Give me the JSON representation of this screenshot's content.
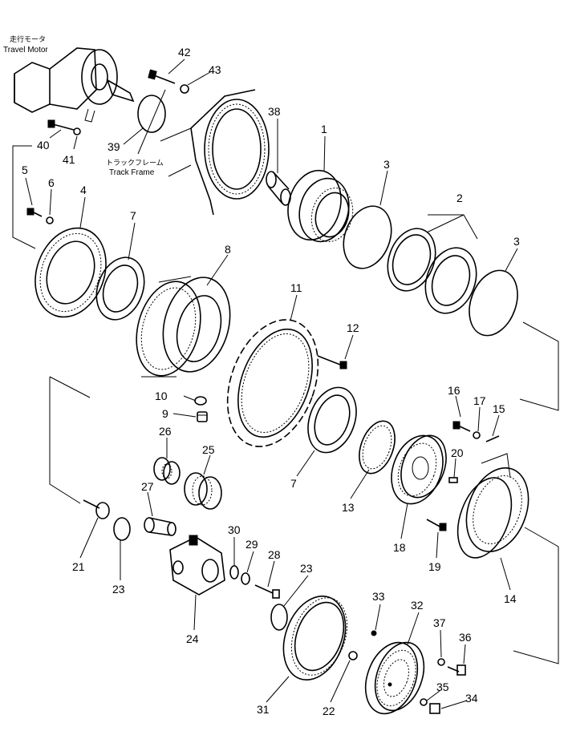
{
  "labels": {
    "travel_motor_jp": "走行モータ",
    "travel_motor_en": "Travel Motor",
    "track_frame_jp": "トラックフレーム",
    "track_frame_en": "Track Frame"
  },
  "part_numbers": {
    "p1": "1",
    "p2": "2",
    "p3a": "3",
    "p3b": "3",
    "p4": "4",
    "p5": "5",
    "p6": "6",
    "p7a": "7",
    "p7b": "7",
    "p8": "8",
    "p9": "9",
    "p10": "10",
    "p11": "11",
    "p12": "12",
    "p13": "13",
    "p14": "14",
    "p15": "15",
    "p16": "16",
    "p17": "17",
    "p18": "18",
    "p19": "19",
    "p20": "20",
    "p21": "21",
    "p22": "22",
    "p23a": "23",
    "p23b": "23",
    "p24": "24",
    "p25": "25",
    "p26": "26",
    "p27": "27",
    "p28": "28",
    "p29": "29",
    "p30": "30",
    "p31": "31",
    "p32": "32",
    "p33": "33",
    "p34": "34",
    "p35": "35",
    "p36": "36",
    "p37": "37",
    "p38": "38",
    "p39": "39",
    "p40": "40",
    "p41": "41",
    "p42": "42",
    "p43": "43"
  }
}
